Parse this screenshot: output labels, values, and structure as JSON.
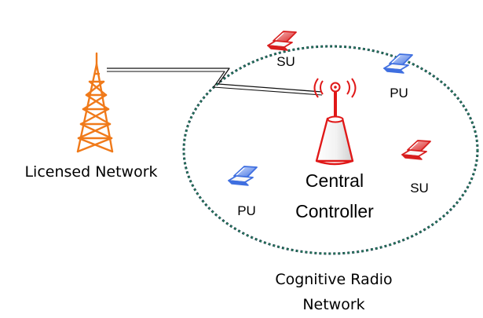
{
  "labels": {
    "licensed_network": "Licensed Network",
    "cognitive_radio_line1": "Cognitive Radio",
    "cognitive_radio_line2": "Network",
    "central_line1": "Central",
    "central_line2": "Controller",
    "su_top": "SU",
    "pu_top_right": "PU",
    "su_bottom_right": "SU",
    "pu_left": "PU"
  },
  "icons": {
    "licensed_tower": "radio-tower-icon",
    "central_controller": "antenna-controller-icon",
    "secondary_user": "laptop-icon",
    "primary_user": "laptop-icon"
  },
  "colors": {
    "tower": "#f07a1a",
    "secondary_user": "#d81e1e",
    "primary_user": "#3f6fe0",
    "controller": "#e01818",
    "network_boundary_dark": "#1a3f4b",
    "network_boundary_light": "#2a9b63",
    "link": "#111111"
  }
}
